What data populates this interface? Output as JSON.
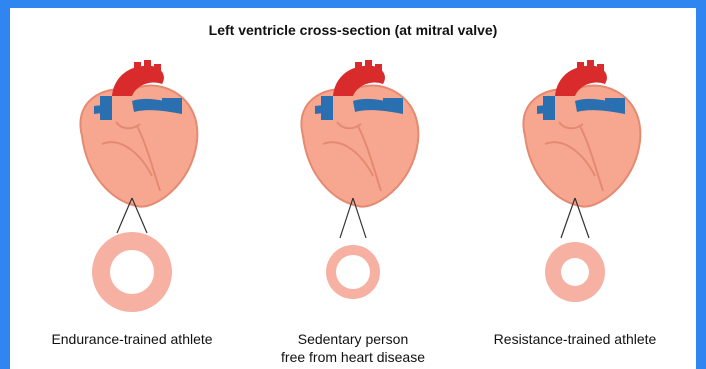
{
  "title": "Left ventricle cross-section (at mitral valve)",
  "colors": {
    "frame_border": "#2f86f0",
    "heart_body": "#f7a78f",
    "heart_outline": "#e58a72",
    "aorta_red": "#d92b2b",
    "vessel_blue": "#2a6fb0",
    "ring": "#f6b1a3"
  },
  "panels": [
    {
      "caption": [
        "Endurance-trained athlete"
      ],
      "ring_outer_r": 40,
      "ring_inner_r": 22
    },
    {
      "caption": [
        "Sedentary person",
        "free from heart disease"
      ],
      "ring_outer_r": 27,
      "ring_inner_r": 17
    },
    {
      "caption": [
        "Resistance-trained athlete"
      ],
      "ring_outer_r": 30,
      "ring_inner_r": 14
    }
  ]
}
